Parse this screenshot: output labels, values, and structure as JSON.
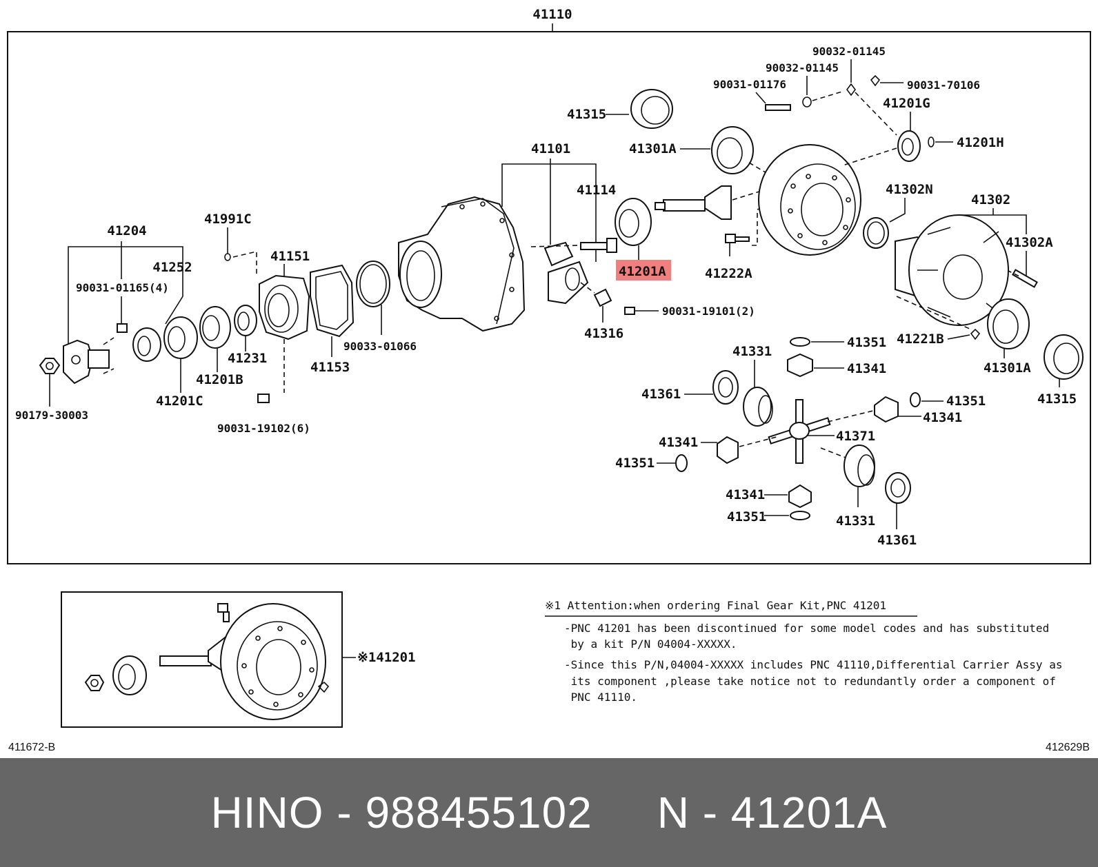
{
  "diagram": {
    "frame_label": "41110",
    "labels": {
      "p41315a": "41315",
      "p41301a_top": "41301A",
      "p41101": "41101",
      "p41114": "41114",
      "p41201a": "41201A",
      "p41316": "41316",
      "p90031_19101": "90031-19101(2)",
      "p90032_01145a": "90032-01145",
      "p90032_01145b": "90032-01145",
      "p90031_01176": "90031-01176",
      "p90031_70106": "90031-70106",
      "p41201g": "41201G",
      "p41201h": "41201H",
      "p41302n": "41302N",
      "p41302": "41302",
      "p41302a": "41302A",
      "p41222a": "41222A",
      "p41221b": "41221B",
      "p41301a_bot": "41301A",
      "p41315b": "41315",
      "p41204": "41204",
      "p41252": "41252",
      "p90031_01165": "90031-01165(4)",
      "p41991c": "41991C",
      "p41151": "41151",
      "p41153": "41153",
      "p90033_01066": "90033-01066",
      "p41231": "41231",
      "p41201b": "41201B",
      "p41201c": "41201C",
      "p90179_30003": "90179-30003",
      "p90031_19102": "90031-19102(6)",
      "p41351_a": "41351",
      "p41341_a": "41341",
      "p41331_a": "41331",
      "p41361_a": "41361",
      "p41351_b": "41351",
      "p41341_b": "41341",
      "p41371": "41371",
      "p41341_c": "41341",
      "p41351_c": "41351",
      "p41341_d": "41341",
      "p41351_d": "41351",
      "p41331_b": "41331",
      "p41361_b": "41361"
    },
    "kit_label": "※141201",
    "highlight_color": "#f08080"
  },
  "notes": {
    "title": "※1 Attention:when ordering Final Gear Kit,PNC 41201",
    "line1": "-PNC 41201 has been discontinued for some model codes and has substituted",
    "line2": " by a kit P/N 04004-XXXXX.",
    "line3": "-Since this P/N,04004-XXXXX includes PNC 41110,Differential Carrier Assy as",
    "line4": " its component ,please take notice not to redundantly order a component of",
    "line5": " PNC 41110."
  },
  "corner": {
    "left": "411672-B",
    "right": "412629B"
  },
  "footer": {
    "brand": "HINO",
    "sep1": " - ",
    "part_number": "988455102",
    "gap": "     ",
    "n_prefix": "N",
    "sep2": " - ",
    "pnc": "41201A"
  }
}
